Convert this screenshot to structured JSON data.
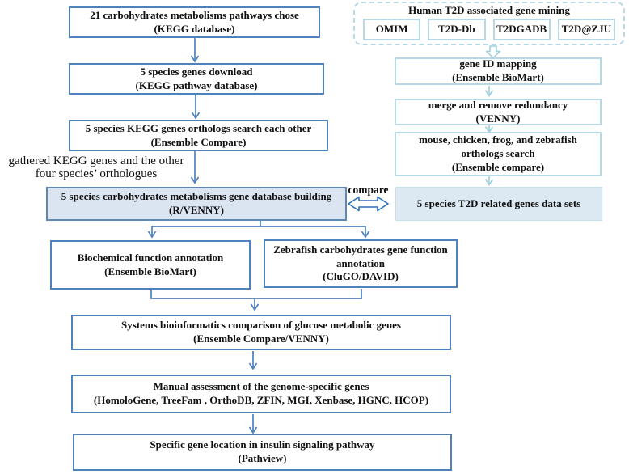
{
  "diagram": {
    "left": {
      "b1": {
        "lines": [
          "21 carbohydrates metabolisms pathways chose",
          "(KEGG database)"
        ]
      },
      "b2": {
        "lines": [
          "5 species genes download",
          "(KEGG pathway database)"
        ]
      },
      "b3": {
        "lines": [
          "5 species KEGG genes orthologs search each other",
          "(Ensemble Compare)"
        ]
      },
      "b4": {
        "lines": [
          "5 species carbohydrates metabolisms gene database building",
          "(R/VENNY)"
        ]
      },
      "b5": {
        "lines": [
          "Biochemical function annotation",
          "(Ensemble BioMart)"
        ]
      },
      "b6": {
        "lines": [
          "Zebrafish carbohydrates gene function annotation",
          "(CluGO/DAVID)"
        ]
      },
      "b7": {
        "lines": [
          "Systems bioinformatics comparison of glucose metabolic genes",
          "(Ensemble Compare/VENNY)"
        ]
      },
      "b8": {
        "lines": [
          "Manual assessment of the genome-specific genes",
          "(HomoloGene, TreeFam , OrthoDB, ZFIN, MGI, Xenbase, HGNC, HCOP)"
        ]
      },
      "b9": {
        "lines": [
          "Specific gene location in insulin signaling pathway",
          "(Pathview)"
        ]
      }
    },
    "right": {
      "container_title": "Human T2D associated gene mining",
      "sources": [
        "OMIM",
        "T2D-Db",
        "T2DGADB",
        "T2D@ZJU"
      ],
      "r1": {
        "lines": [
          "gene ID mapping",
          "(Ensemble BioMart)"
        ]
      },
      "r2": {
        "lines": [
          "merge and remove redundancy",
          "(VENNY)"
        ]
      },
      "r3": {
        "lines": [
          "mouse, chicken, frog, and zebrafish",
          "orthologs search",
          "(Ensemble compare)"
        ]
      },
      "r4": {
        "lines": [
          "5 species T2D related genes data sets"
        ]
      }
    },
    "annotations": {
      "gathered_line1": "gathered KEGG genes and the other",
      "gathered_line2": "four species’ orthologues",
      "compare": "compare"
    },
    "colors": {
      "strong_box_border": "#4f81bd",
      "filled_box_bg": "#dbe5f1",
      "light_box_border": "#b7d8e4",
      "light_filled_bg": "#dce9f3",
      "arrow_blue": "#4f81bd",
      "arrow_cyan": "#9ccfdb",
      "compare_arrow_outline": "#2e6fb7",
      "text": "#101010"
    }
  }
}
